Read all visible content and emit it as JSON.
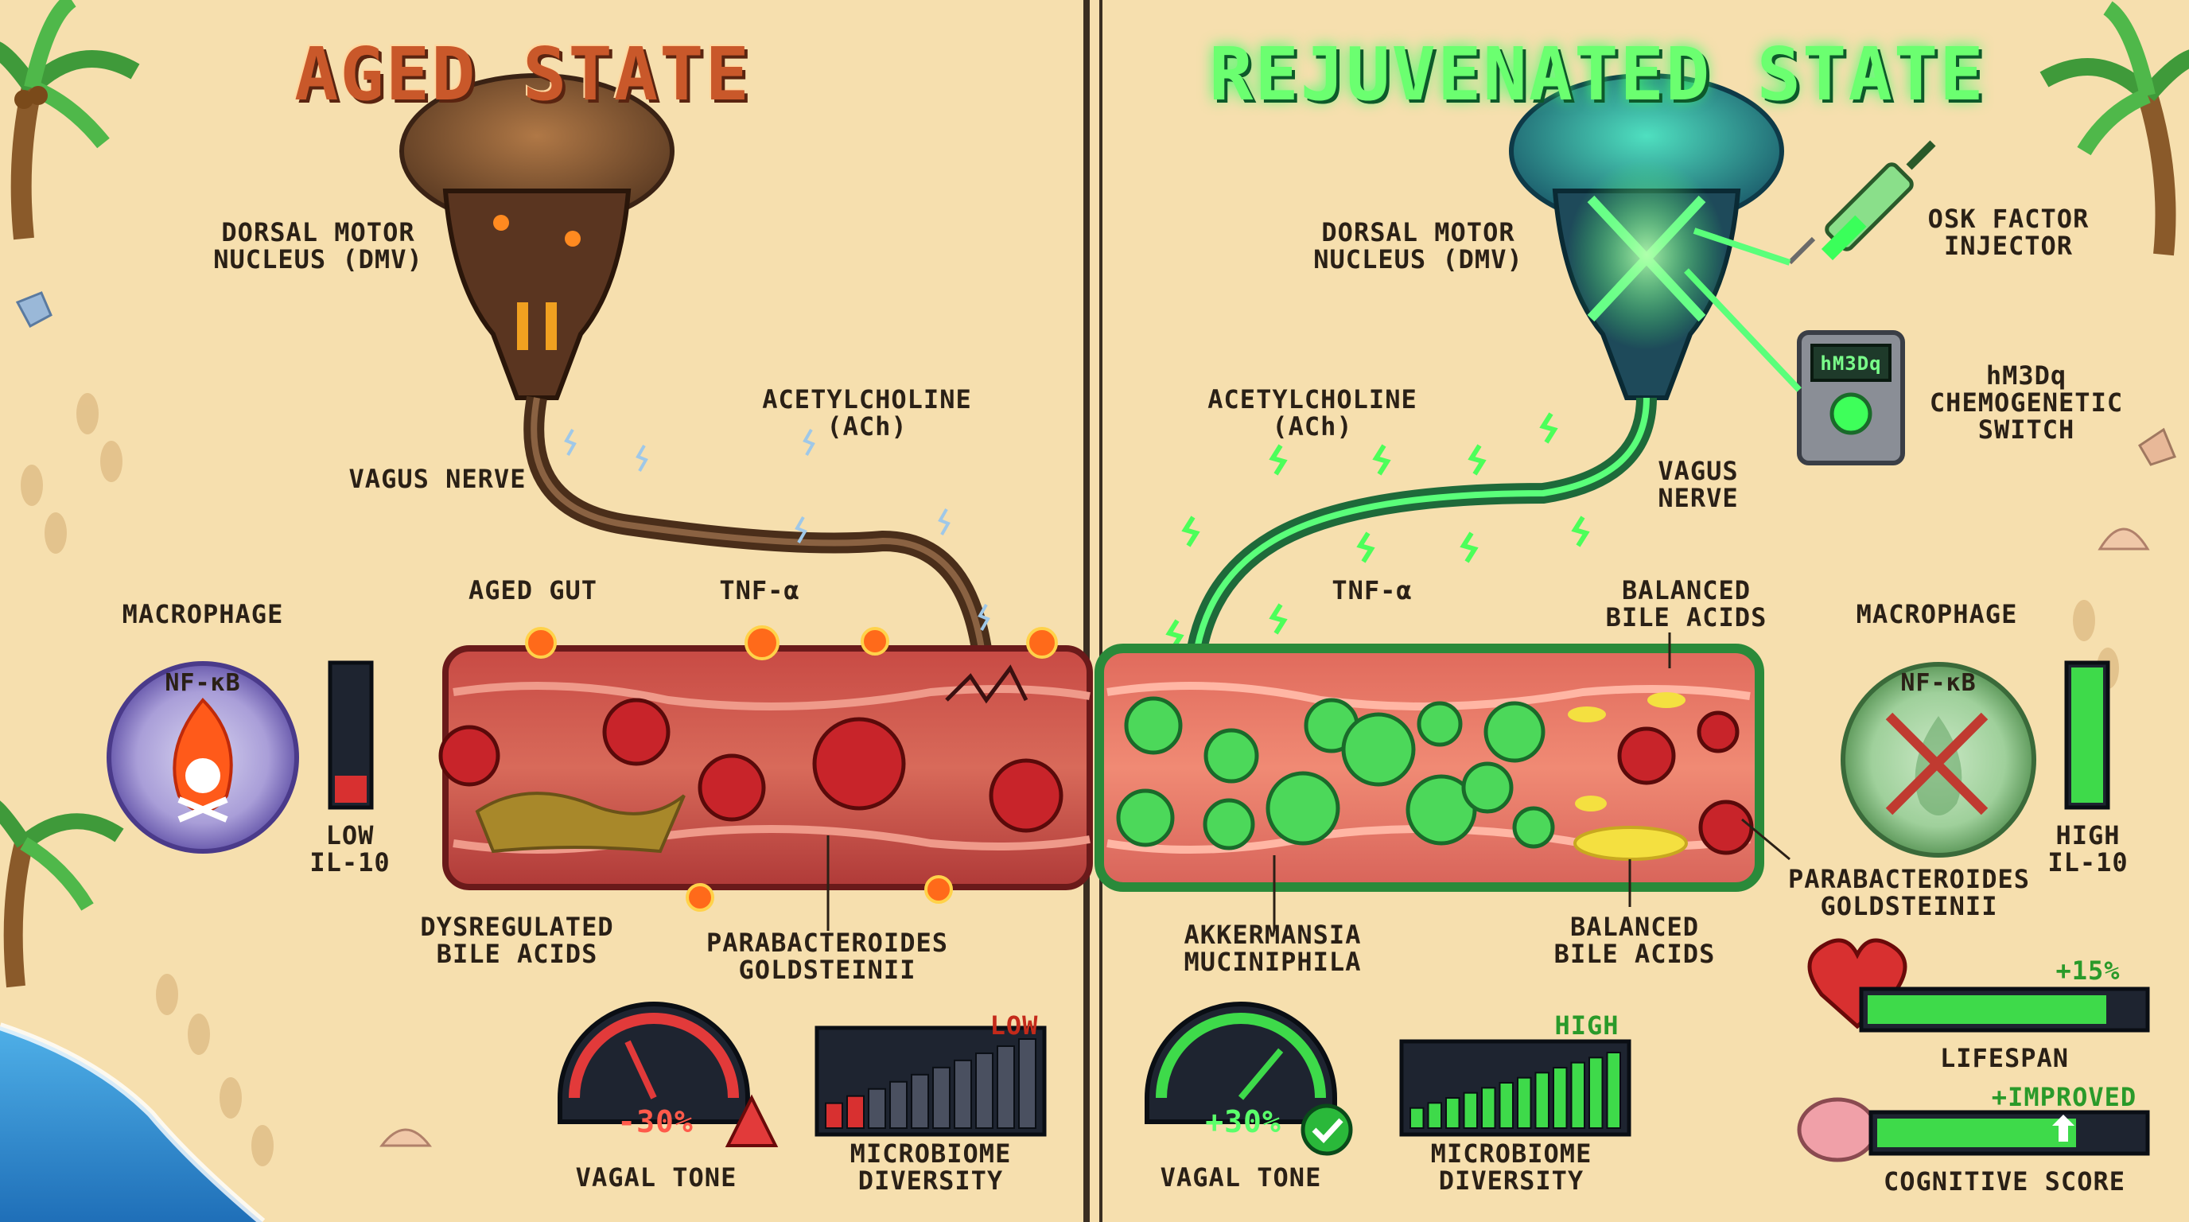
{
  "aged": {
    "title": "AGED STATE",
    "dmv": "DORSAL MOTOR\nNUCLEUS (DMV)",
    "vagus": "VAGUS NERVE",
    "ach": "ACETYLCHOLINE\n(ACh)",
    "macrophage": "MACROPHAGE",
    "nfkb": "NF-κB",
    "il10": "LOW\nIL-10",
    "il10_level": 0.2,
    "gut": "AGED GUT",
    "tnf": "TNF-α",
    "bile": "DYSREGULATED\nBILE ACIDS",
    "para": "PARABACTEROIDES\nGOLDSTEINII",
    "vagal_value": "-30%",
    "vagal_label": "VAGAL TONE",
    "diversity_flag": "LOW",
    "diversity_label": "MICROBIOME\nDIVERSITY"
  },
  "rejuvenated": {
    "title": "REJUVENATED STATE",
    "dmv": "DORSAL MOTOR\nNUCLEUS (DMV)",
    "osk": "OSK FACTOR\nINJECTOR",
    "hm3dq_screen": "hM3Dq",
    "hm3dq": "hM3Dq\nCHEMOGENETIC\nSWITCH",
    "ach": "ACETYLCHOLINE\n(ACh)",
    "vagus": "VAGUS\nNERVE",
    "tnf": "TNF-α",
    "bile_top": "BALANCED\nBILE ACIDS",
    "macrophage": "MACROPHAGE",
    "nfkb": "NF-κB",
    "il10": "HIGH\nIL-10",
    "il10_level": 1.0,
    "akk": "AKKERMANSIA\nMUCINIPHILA",
    "bile_bottom": "BALANCED\nBILE ACIDS",
    "para": "PARABACTEROIDES\nGOLDSTEINII",
    "vagal_value": "+30%",
    "vagal_label": "VAGAL TONE",
    "diversity_flag": "HIGH",
    "diversity_label": "MICROBIOME\nDIVERSITY",
    "lifespan_change": "+15%",
    "lifespan_label": "LIFESPAN",
    "cognitive_change": "+IMPROVED",
    "cognitive_label": "COGNITIVE SCORE"
  },
  "colors": {
    "sand": "#f6dfae",
    "aged_accent": "#c9582a",
    "rejuvenated_accent": "#3ee86a",
    "inflamed_red": "#d8343a"
  }
}
